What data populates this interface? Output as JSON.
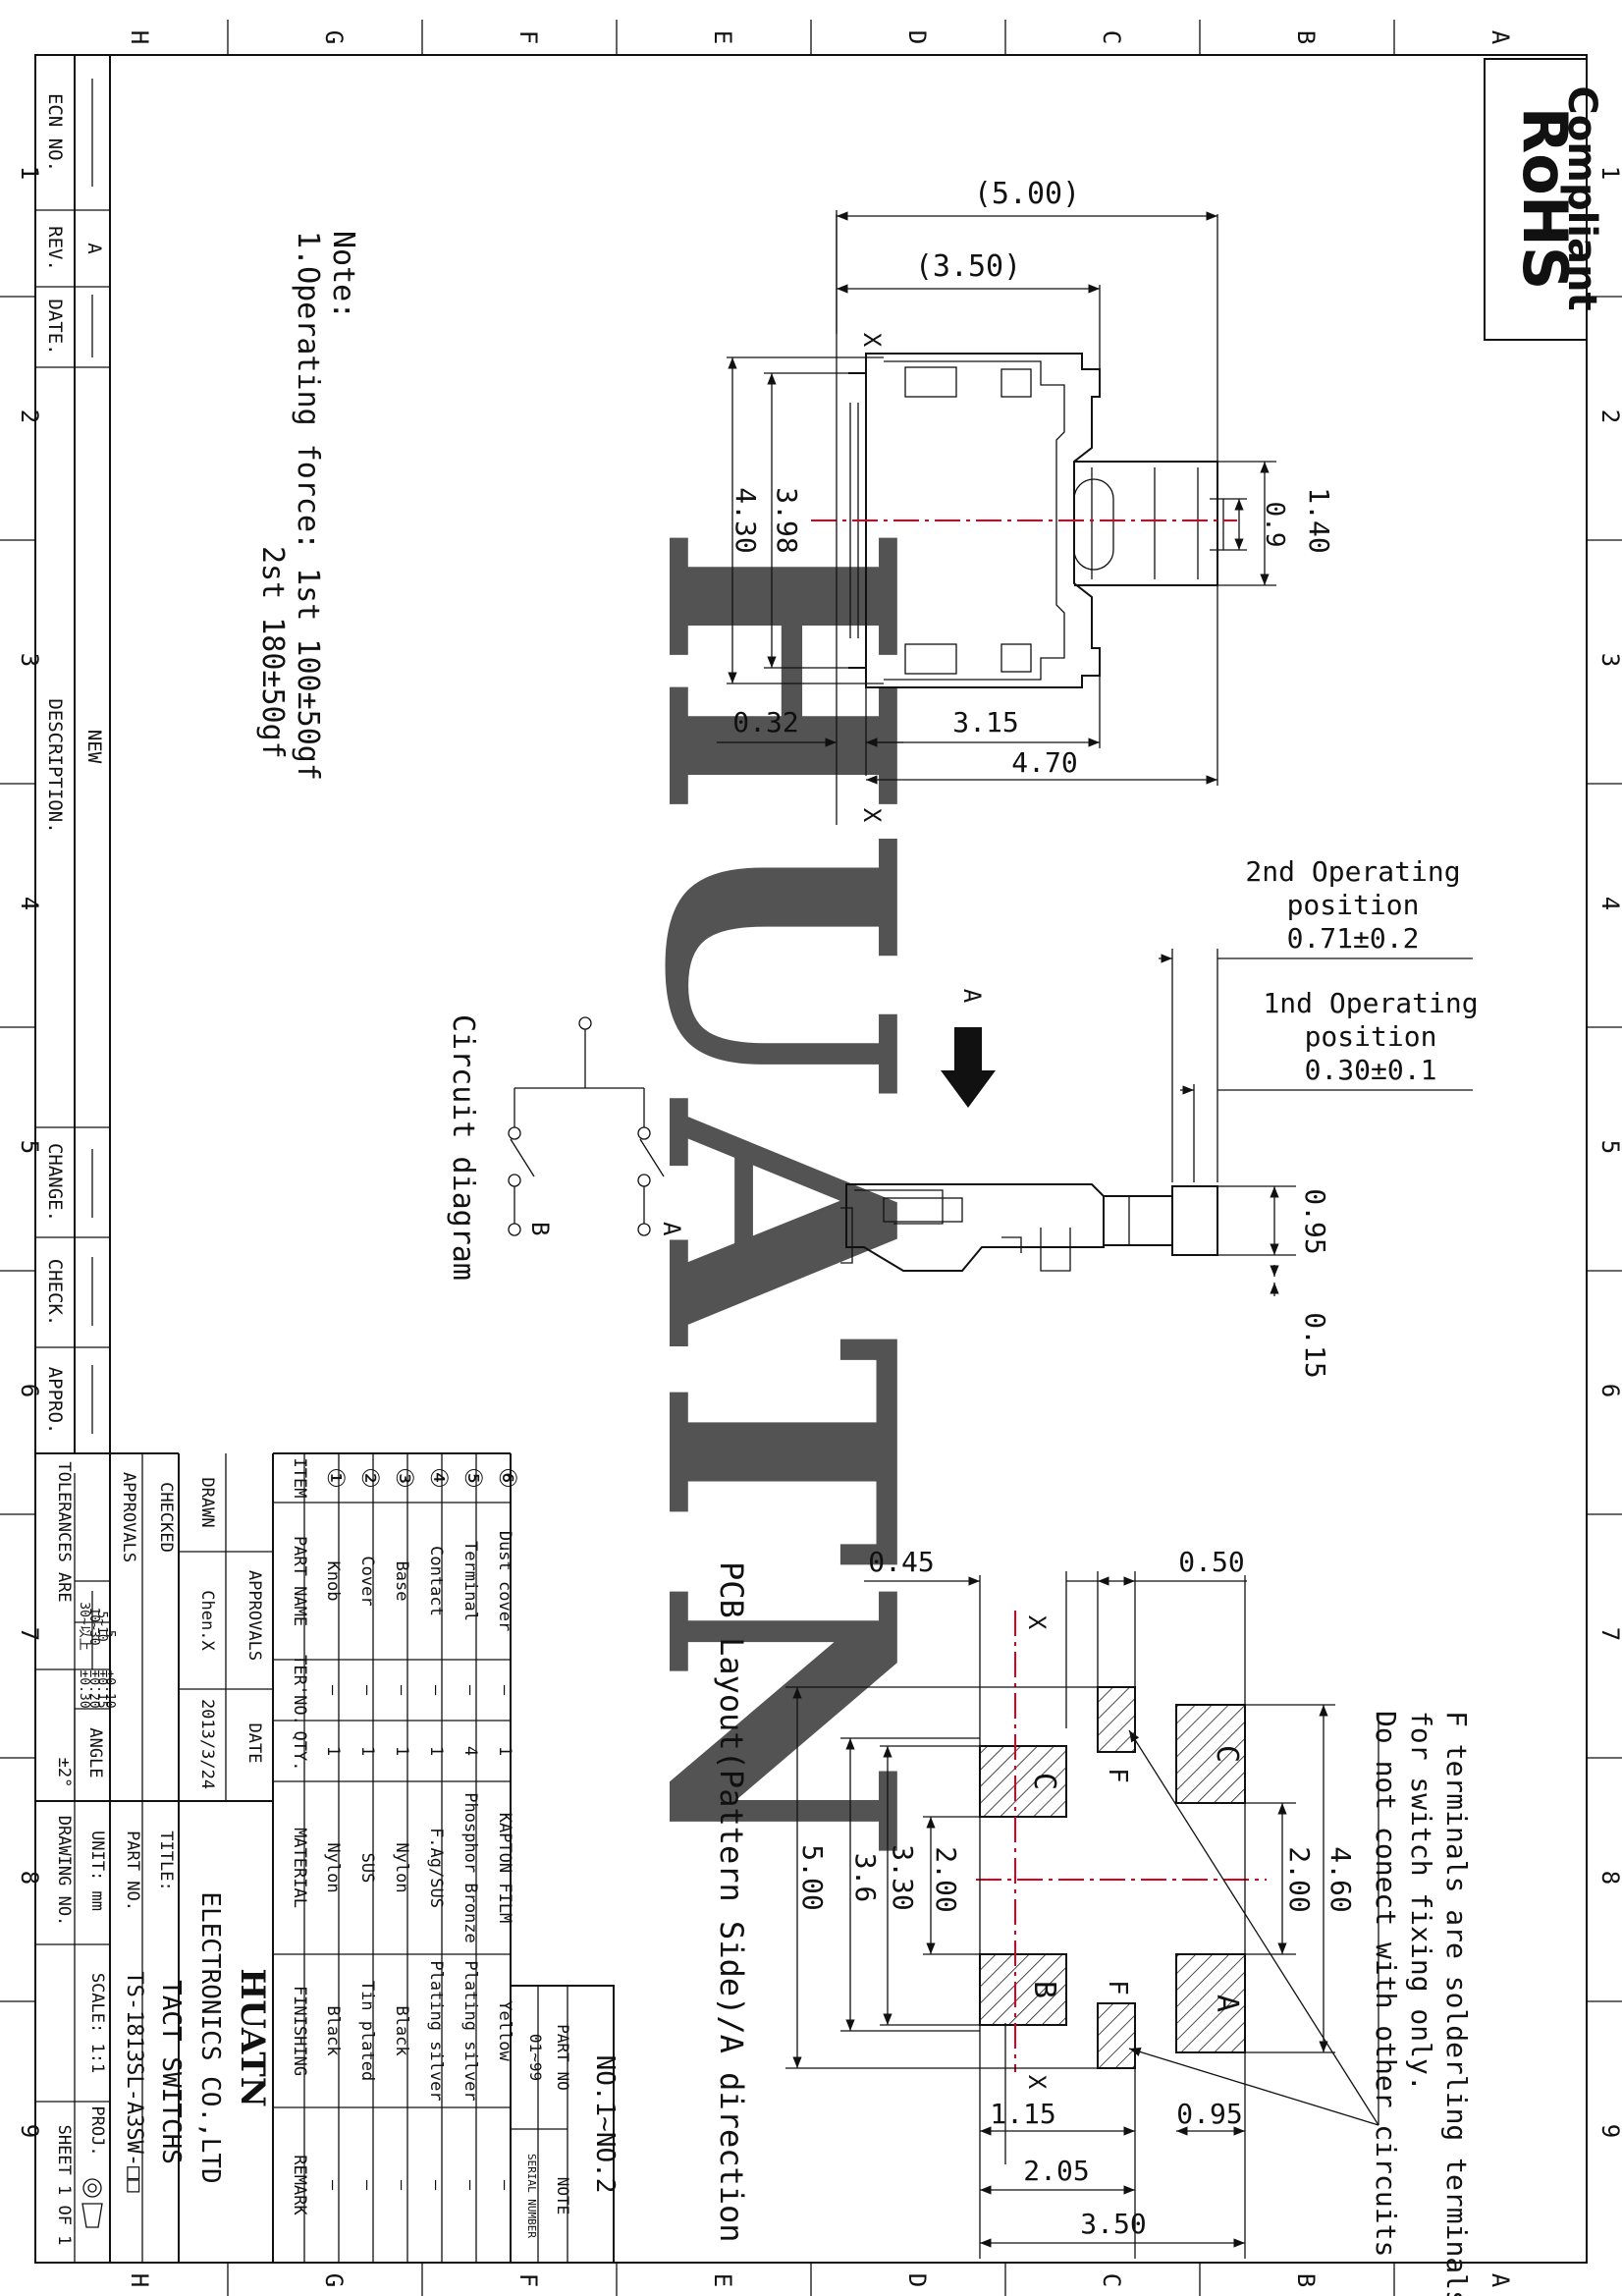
{
  "rohs": {
    "line1": "RoHS",
    "line2": "Compliant"
  },
  "watermark": "HUATN",
  "zones": {
    "numbers": [
      "1",
      "2",
      "3",
      "4",
      "5",
      "6",
      "7",
      "8",
      "9"
    ],
    "letters": [
      "A",
      "B",
      "C",
      "D",
      "E",
      "F",
      "G",
      "H"
    ]
  },
  "top_view": {
    "dims": {
      "d500": "(5.00)",
      "d350": "(3.50)",
      "d140": "1.40",
      "d09": "0.9",
      "d430": "4.30",
      "d398": "3.98",
      "d032": "0.32",
      "d315": "3.15",
      "d470": "4.70"
    },
    "x_mark": "X"
  },
  "operating": {
    "second": [
      "2nd  Operating",
      "position",
      "0.71±0.2"
    ],
    "first": [
      "1nd  Operating",
      "position",
      "0.30±0.1"
    ],
    "arrow_label": "A",
    "d095": "0.95",
    "d015": "0.15"
  },
  "note": {
    "title": "Note:",
    "line1": "1.Operating  force:  1st  100±50gf",
    "line2": "2st  180±50gf"
  },
  "circuit": {
    "title": "Circuit  diagram",
    "a": "A",
    "b": "B"
  },
  "terminals_note": [
    "F terminals are solderling terminals",
    "for switch fixing only.",
    "Do not conect with other circuits"
  ],
  "pcb": {
    "caption": "PCB Layout(Pattern Side)/A direction",
    "d045": "0.45",
    "d050": "0.50",
    "d460": "4.60",
    "d200a": "2.00",
    "d200b": "2.00",
    "d330": "3.30",
    "d36": "3.6",
    "d500": "5.00",
    "d115": "1.15",
    "d205": "2.05",
    "d350": "3.50",
    "d095": "0.95",
    "pad_c": "C",
    "pad_a": "A",
    "pad_b": "B",
    "pad_f": "F",
    "x_mark": "X"
  },
  "revision": {
    "ecn": "ECN NO.",
    "rev": "REV.",
    "rev_val": "A",
    "date": "DATE.",
    "description": "DESCRIPTION.",
    "desc_val": "NEW",
    "change": "CHANGE.",
    "check": "CHECK.",
    "appro": "APPRO."
  },
  "bom": {
    "headers": [
      "ITEM",
      "PART NAME",
      "TER'NO.",
      "QTY.",
      "MATERIAL",
      "FINISHING",
      "REMARK"
    ],
    "rows": [
      {
        "item": "⑥",
        "name": "Dust  cover",
        "ter": "—",
        "qty": "1",
        "material": "KAPTON FILM",
        "finishing": "Yellow",
        "remark": "—"
      },
      {
        "item": "⑤",
        "name": "Terminal",
        "ter": "—",
        "qty": "4",
        "material": "Phosphor Bronze",
        "finishing": "Plating silver",
        "remark": "—"
      },
      {
        "item": "④",
        "name": "Contact",
        "ter": "—",
        "qty": "1",
        "material": "F.Ag/SUS",
        "finishing": "Plating silver",
        "remark": "—"
      },
      {
        "item": "③",
        "name": "Base",
        "ter": "—",
        "qty": "1",
        "material": "Nylon",
        "finishing": "Black",
        "remark": "—"
      },
      {
        "item": "②",
        "name": "Cover",
        "ter": "—",
        "qty": "1",
        "material": "SUS",
        "finishing": "Tin plated",
        "remark": "—"
      },
      {
        "item": "①",
        "name": "Knob",
        "ter": "—",
        "qty": "1",
        "material": "Nylon",
        "finishing": "Black",
        "remark": "—"
      }
    ]
  },
  "part_box": {
    "title": "NO.1~NO.2",
    "part_no": "PART NO",
    "note": "NOTE",
    "range": "01~99",
    "serial": "SERIAL NUMBER"
  },
  "title_block": {
    "approvals": "APPROVALS",
    "date": "DATE",
    "drawn": "DRAWN",
    "drawn_by": "Chen.X",
    "drawn_date": "2013/3/24",
    "checked": "CHECKED",
    "approvals_row": "APPROVALS",
    "company": "HUATN",
    "company_full": "ELECTRONICS CO.,LTD",
    "title_label": "TITLE:",
    "title_val": "TACT SWITCHS",
    "part_label": "PART NO.",
    "part_val": "TS-1813SL-A3SW-□□",
    "unit": "UNIT: mm",
    "scale": "SCALE: 1:1",
    "proj": "PROJ.",
    "drawing_no": "DRAWING NO.",
    "sheet": "SHEET  1  OF  1",
    "tol_title": "TOLERANCES  ARE",
    "tol_angle": "ANGLE",
    "tol_angle_val": "±2°",
    "tol_r1": "30~以上",
    "tol_r1v": "±0.30",
    "tol_r2": "10~30",
    "tol_r2v": "±0.20",
    "tol_r3": "5~10",
    "tol_r3v": "±0.15",
    "tol_r4": "~ 5",
    "tol_r4v": "±0.10"
  }
}
